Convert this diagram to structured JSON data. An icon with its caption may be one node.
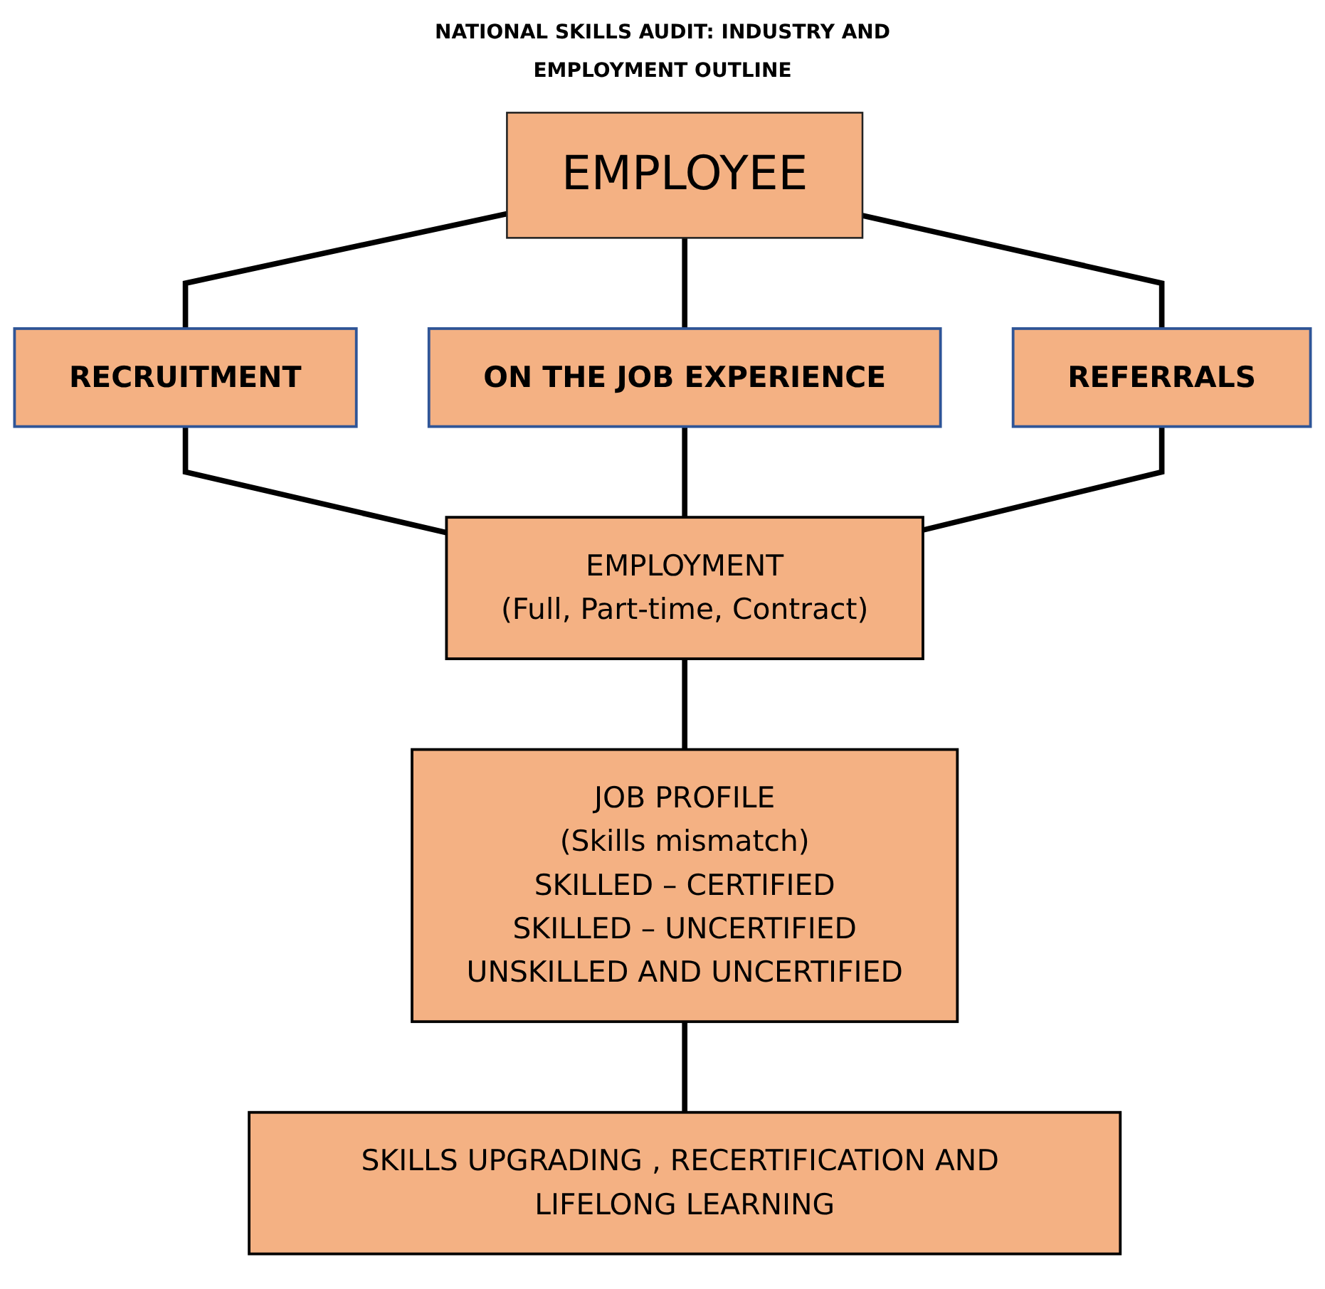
{
  "diagram": {
    "title": "NATIONAL SKILLS AUDIT: INDUSTRY AND EMPLOYMENT OUTLINE",
    "nodes": [
      {
        "text": [
          "EMPLOYEE"
        ]
      },
      {
        "text": [
          "RECRUITMENT"
        ]
      },
      {
        "text": [
          "ON THE JOB EXPERIENCE"
        ]
      },
      {
        "text": [
          "REFERRALS"
        ]
      },
      {
        "text": [
          "EMPLOYMENT",
          "(Full, Part-time, Contract)"
        ]
      },
      {
        "text": [
          "JOB PROFILE",
          "(Skills mismatch)",
          "SKILLED – CERTIFIED",
          "SKILLED – UNCERTIFIED",
          "UNSKILLED AND UNCERTIFIED"
        ]
      },
      {
        "text": [
          "SKILLS UPGRADING , RECERTIFICATION AND LIFELONG LEARNING"
        ]
      }
    ],
    "edges": [
      {
        "from": 0,
        "to": 1,
        "arrow": "none"
      },
      {
        "from": 0,
        "to": 2,
        "arrow": "none"
      },
      {
        "from": 0,
        "to": 3,
        "arrow": "none"
      },
      {
        "from": 1,
        "to": 4,
        "arrow": "none"
      },
      {
        "from": 2,
        "to": 4,
        "arrow": "none"
      },
      {
        "from": 3,
        "to": 4,
        "arrow": "none"
      },
      {
        "from": 4,
        "to": 5,
        "arrow": "none"
      },
      {
        "from": 5,
        "to": 6,
        "arrow": "none"
      }
    ]
  }
}
